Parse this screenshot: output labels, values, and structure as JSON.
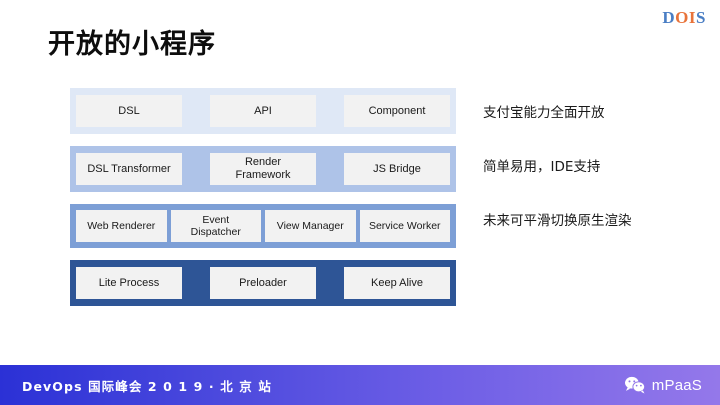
{
  "logo": {
    "letters": [
      {
        "char": "D",
        "color": "#4a7ec4"
      },
      {
        "char": "O",
        "color": "#e8733a"
      },
      {
        "char": "I",
        "color": "#e8733a"
      },
      {
        "char": "S",
        "color": "#4a7ec4"
      }
    ]
  },
  "slide": {
    "title": "开放的小程序"
  },
  "stack": {
    "bands": [
      {
        "name": "presentation-layer",
        "background": "#dfe8f6",
        "cells": [
          "DSL",
          "API",
          "Component"
        ]
      },
      {
        "name": "framework-layer",
        "background": "#aec3e8",
        "cells": [
          "DSL Transformer",
          "Render\nFramework",
          "JS Bridge"
        ]
      },
      {
        "name": "runtime-layer",
        "background": "#7d9fd6",
        "cells": [
          "Web Renderer",
          "Event\nDispatcher",
          "View Manager",
          "Service Worker"
        ]
      },
      {
        "name": "process-layer",
        "background": "#2e5596",
        "cells": [
          "Lite Process",
          "Preloader",
          "Keep Alive"
        ]
      }
    ]
  },
  "notes": [
    "支付宝能力全面开放",
    "简单易用，IDE支持",
    "未来可平滑切换原生渲染"
  ],
  "footer": {
    "event_text": "DevOps 国际峰会 2 0 1 9 · 北 京 站",
    "brand_label": "mPaaS",
    "gradient_start": "#2b31d6",
    "gradient_end": "#9478ea"
  }
}
